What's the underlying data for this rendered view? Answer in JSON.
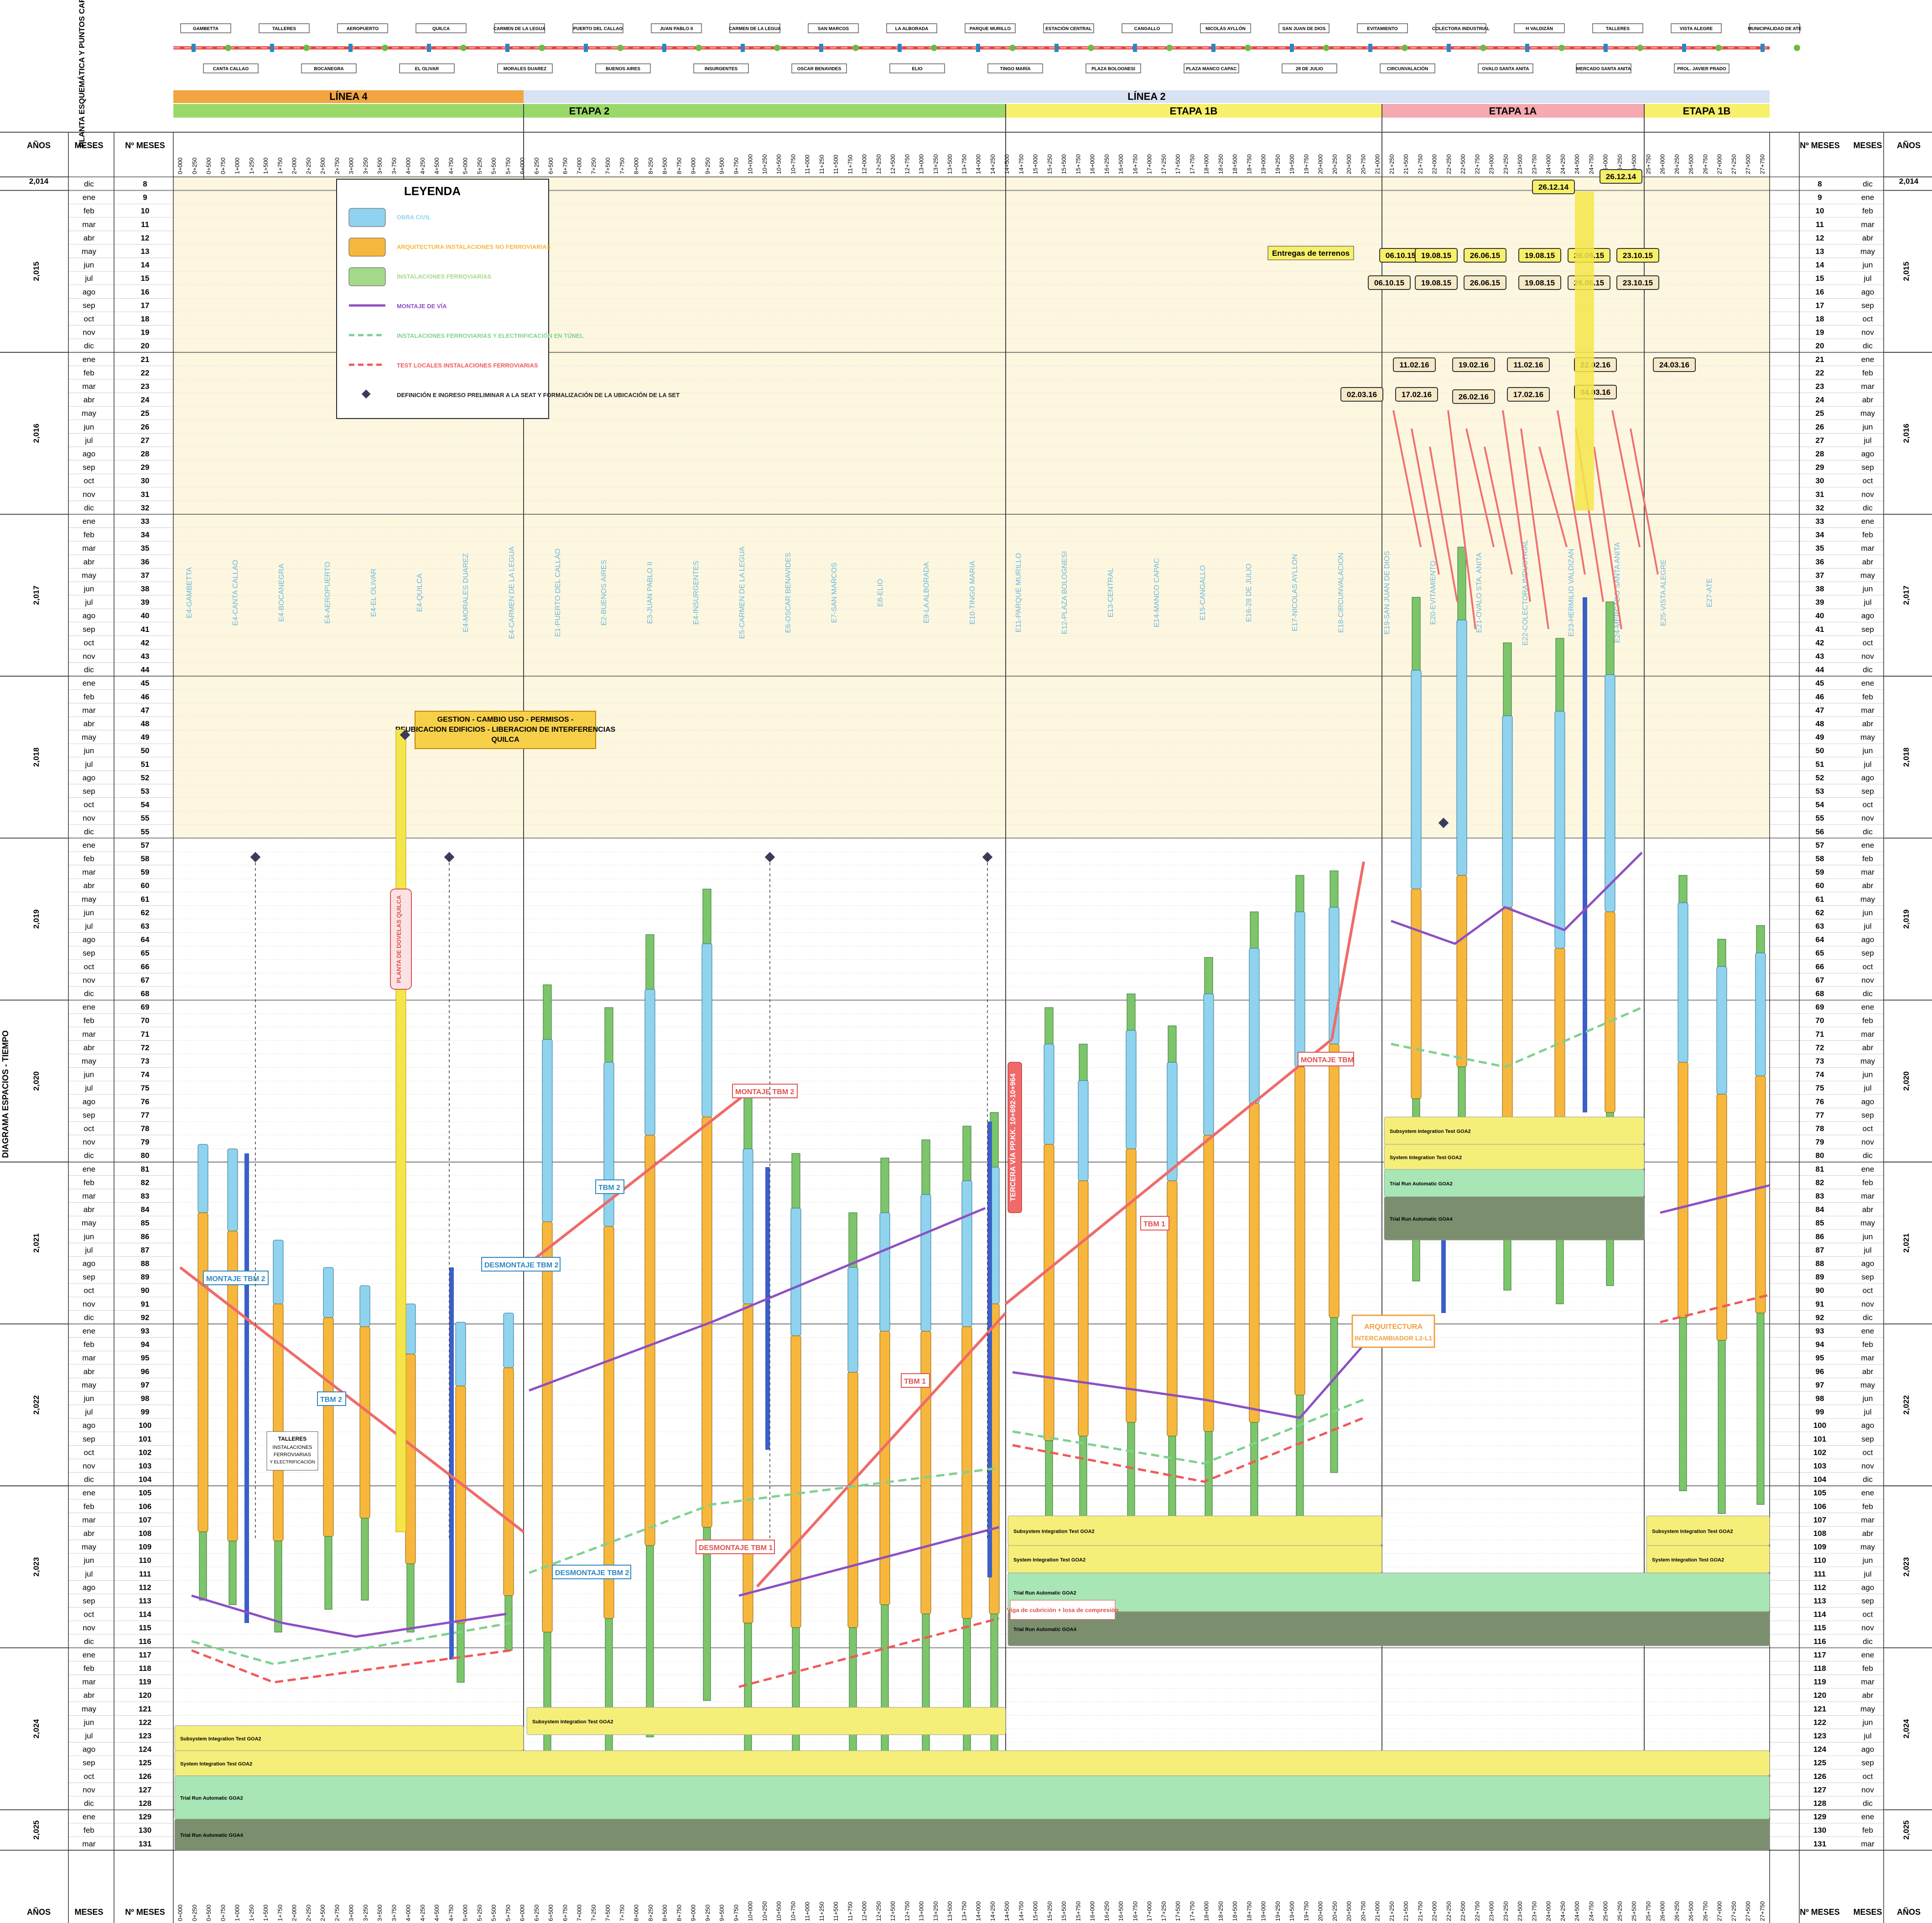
{
  "header": {
    "plant_label": "PLANTA ESQUEMÁTICA Y PUNTOS CARACTERÍSTICOS",
    "side_label": "DIAGRAMA ESPACIOS - TIEMPO",
    "stations_top": [
      "GAMBETTA",
      "TALLERES",
      "AEROPUERTO",
      "QUILCA",
      "CARMEN DE LA LEGUA",
      "PUERTO DEL CALLAO",
      "JUAN PABLO II",
      "CARMEN DE LA LEGUA",
      "SAN MARCOS",
      "LA ALBORADA",
      "PARQUE MURILLO",
      "ESTACIÓN CENTRAL",
      "CANGALLO",
      "NICOLÁS AYLLÓN",
      "SAN JUAN DE DIOS",
      "EVITAMIENTO",
      "COLECTORA INDUSTRIAL",
      "H VALDIZÁN",
      "TALLERES",
      "VISTA ALEGRE",
      "MUNICIPALIDAD DE ATE"
    ],
    "stations_bottom": [
      "CANTA CALLAO",
      "BOCANEGRA",
      "EL OLIVAR",
      "MORALES DUAREZ",
      "BUENOS AIRES",
      "INSURGENTES",
      "OSCAR BENAVIDES",
      "ELIO",
      "TINGO MARÍA",
      "PLAZA BOLOGNESI",
      "PLAZA MANCO CAPAC",
      "28 DE JULIO",
      "CIRCUNVALACIÓN",
      "OVALO SANTA ANITA",
      "MERCADO SANTA ANITA",
      "PROL. JAVIER PRADO"
    ]
  },
  "lines": [
    {
      "label": "LÍNEA 4",
      "color": "#f2a541"
    },
    {
      "label": "LÍNEA 2",
      "color": "#d9e2f3"
    }
  ],
  "stages": [
    {
      "label": "ETAPA 2",
      "color": "#9bd86a"
    },
    {
      "label": "ETAPA 1B",
      "color": "#f7f06a"
    },
    {
      "label": "ETAPA 1A",
      "color": "#f5a9b0"
    },
    {
      "label": "ETAPA 1B",
      "color": "#f7f06a"
    }
  ],
  "columns": {
    "years": "AÑOS",
    "months": "MESES",
    "month_number": "Nº MESES"
  },
  "year_groups": [
    {
      "year": "2,014",
      "rows": 1
    },
    {
      "year": "2,015",
      "rows": 12
    },
    {
      "year": "2,016",
      "rows": 12
    },
    {
      "year": "2,017",
      "rows": 12
    },
    {
      "year": "2,018",
      "rows": 12
    },
    {
      "year": "2,019",
      "rows": 12
    },
    {
      "year": "2,020",
      "rows": 12
    },
    {
      "year": "2,021",
      "rows": 12
    },
    {
      "year": "2,022",
      "rows": 12
    },
    {
      "year": "2,023",
      "rows": 12
    },
    {
      "year": "2,024",
      "rows": 12
    },
    {
      "year": "2,025",
      "rows": 3
    }
  ],
  "month_names": [
    "ene",
    "feb",
    "mar",
    "abr",
    "may",
    "jun",
    "jul",
    "ago",
    "sep",
    "oct",
    "nov",
    "dic"
  ],
  "month_numbers": [
    8,
    9,
    10,
    11,
    12,
    13,
    14,
    15,
    16,
    17,
    18,
    19,
    20,
    21,
    22,
    23,
    24,
    25,
    26,
    27,
    28,
    29,
    30,
    31,
    32,
    33,
    34,
    35,
    36,
    37,
    38,
    39,
    40,
    41,
    42,
    43,
    44,
    45,
    46,
    47,
    48,
    49,
    50,
    51,
    52,
    53,
    54,
    55,
    55,
    57,
    58,
    59,
    60,
    61,
    62,
    63,
    64,
    65,
    66,
    67,
    68,
    69,
    70,
    71,
    72,
    73,
    74,
    75,
    76,
    77,
    78,
    79,
    80,
    81,
    82,
    83,
    84,
    85,
    86,
    87,
    88,
    89,
    90,
    91,
    92,
    93,
    94,
    95,
    96,
    97,
    98,
    99,
    100,
    101,
    102,
    103,
    104,
    105,
    106,
    107,
    108,
    109,
    110,
    111,
    112,
    113,
    114,
    115,
    116,
    117,
    118,
    119,
    120,
    121,
    122,
    123,
    124,
    125,
    126,
    127,
    128,
    129,
    130,
    131
  ],
  "month_numbers_right": [
    8,
    9,
    10,
    11,
    12,
    13,
    14,
    15,
    16,
    17,
    18,
    19,
    20,
    21,
    22,
    23,
    24,
    25,
    26,
    27,
    28,
    29,
    30,
    31,
    32,
    33,
    34,
    35,
    36,
    37,
    38,
    39,
    40,
    41,
    42,
    43,
    44,
    45,
    46,
    47,
    48,
    49,
    50,
    51,
    52,
    53,
    54,
    55,
    56,
    57,
    58,
    59,
    60,
    61,
    62,
    63,
    64,
    65,
    66,
    67,
    68,
    69,
    70,
    71,
    72,
    73,
    74,
    75,
    76,
    77,
    78,
    79,
    80,
    81,
    82,
    83,
    84,
    85,
    86,
    87,
    88,
    89,
    90,
    91,
    92,
    93,
    94,
    95,
    96,
    97,
    98,
    99,
    100,
    101,
    102,
    103,
    104,
    105,
    106,
    107,
    108,
    109,
    110,
    111,
    112,
    113,
    114,
    115,
    116,
    117,
    118,
    119,
    120,
    121,
    122,
    123,
    124,
    125,
    126,
    127,
    128,
    129,
    130,
    131
  ],
  "pk_labels": [
    "0+000",
    "0+250",
    "0+500",
    "0+750",
    "1+000",
    "1+250",
    "1+500",
    "1+750",
    "2+000",
    "2+250",
    "2+500",
    "2+750",
    "3+000",
    "3+250",
    "3+500",
    "3+750",
    "4+000",
    "4+250",
    "4+500",
    "4+750",
    "5+000",
    "5+250",
    "5+500",
    "5+750",
    "6+000",
    "6+250",
    "6+500",
    "6+750",
    "7+000",
    "7+250"
  ],
  "legend": {
    "title": "LEYENDA",
    "items": [
      {
        "label": "OBRA CIVIL",
        "color": "#8fd3ee"
      },
      {
        "label": "ARQUITECTURA INSTALACIONES NO FERROVIARIAS",
        "color": "#f6b73c"
      },
      {
        "label": "INSTALACIONES FERROVIARIAS",
        "color": "#a5d98a"
      },
      {
        "label": "MONTAJE DE VÍA",
        "color": "#8e4fc4"
      },
      {
        "label": "INSTALACIONES FERROVIARIAS Y ELECTRIFICACIÓN EN TÚNEL",
        "color": "#7fd18f"
      },
      {
        "label": "TEST LOCALES INSTALACIONES FERROVIARIAS",
        "color": "#ef5a5a"
      },
      {
        "label": "DEFINICIÓN E INGRESO PRELIMINAR A LA SEAT Y FORMALIZACIÓN DE LA UBICACIÓN DE LA SET",
        "color": "#3b3b5c"
      }
    ]
  },
  "callouts": {
    "quilca": "GESTION - CAMBIO USO - PERMISOS - REUBICACION EDIFICIOS - LIBERACION DE INTERFERENCIAS - QUILCA",
    "entregas": "Entregas de terrenos",
    "arquitectura": "ARQUITECTURA INTERCAMBIADOR L2-L1",
    "talleres": "TALLERES INSTALACIONES FERROVIARIAS Y ELECTRIFICACIÓN",
    "viga": "Viga de cubrición + losa de compresión",
    "tercera_via": "TERCERA VÍA PP.KK. 10+692-10+964",
    "planta": "PLANTA DE DOVELAS QUILCA"
  },
  "date_badges": [
    "26.12.14",
    "26.12.14",
    "06.10.15",
    "19.08.15",
    "26.06.15",
    "19.08.15",
    "26.06.15",
    "23.10.15",
    "06.10.15",
    "19.08.15",
    "26.06.15",
    "19.08.15",
    "26.06.15",
    "23.10.15",
    "11.02.16",
    "19.02.16",
    "11.02.16",
    "22.02.16",
    "24.03.16",
    "02.03.16",
    "17.02.16",
    "26.02.16",
    "17.02.16",
    "04.03.16"
  ],
  "tbm_labels": [
    "TBM 2",
    "TBM 2",
    "TBM 1",
    "TBM 1",
    "MONTAJE TBM 2",
    "MONTAJE TBM 2",
    "MONTAJE TBM",
    "DESMONTAJE TBM 2",
    "DESMONTAJE TBM 2",
    "DESMONTAJE TBM 1"
  ],
  "test_phases": [
    {
      "label": "Subsystem Integration Test GOA2",
      "color": "#f5ef7a"
    },
    {
      "label": "System Integration Test GOA2",
      "color": "#f5ef7a"
    },
    {
      "label": "Trial Run Automatic GOA2",
      "color": "#a8e6b5"
    },
    {
      "label": "Trial Run Automatic GOA4",
      "color": "#7b8f6f"
    }
  ],
  "station_column_labels": [
    "E4-GAMBETTA",
    "E4-CANTA CALLAO",
    "E4-BOCANEGRA",
    "E4-AEROPUERTO",
    "E4-EL OLIVAR",
    "E4-QUILCA",
    "E4-MORALES DUAREZ",
    "E4-CARMEN DE LA LEGUA",
    "E1-PUERTO DEL CALLAO",
    "E2-BUENOS AIRES",
    "E3-JUAN PABLO II",
    "E4-INSURGENTES",
    "E5-CARMEN DE LA LEGUA",
    "E6-OSCAR BENAVIDES",
    "E7-SAN MARCOS",
    "E8-ELIO",
    "E9-LA ALBORADA",
    "E10-TINGO MARIA",
    "E11-PARQUE MURILLO",
    "E12-PLAZA BOLOGNESI",
    "E13-CENTRAL",
    "E14-MANCO CAPAC",
    "E15-CANGALLO",
    "E16-28 DE JULIO",
    "E17-NICOLAS AYLLON",
    "E18-CIRCUNVALACION",
    "E19-SAN JUAN DE DIOS",
    "E20-EVITAMIENTO",
    "E21-OVALO STA. ANITA",
    "E22-COLECTORA INDUSTRIAL",
    "E23-HERMILIO VALDIZAN",
    "E24-MERCADO SANTA ANITA",
    "E25-VISTA ALEGRE",
    "E27-ATE"
  ]
}
